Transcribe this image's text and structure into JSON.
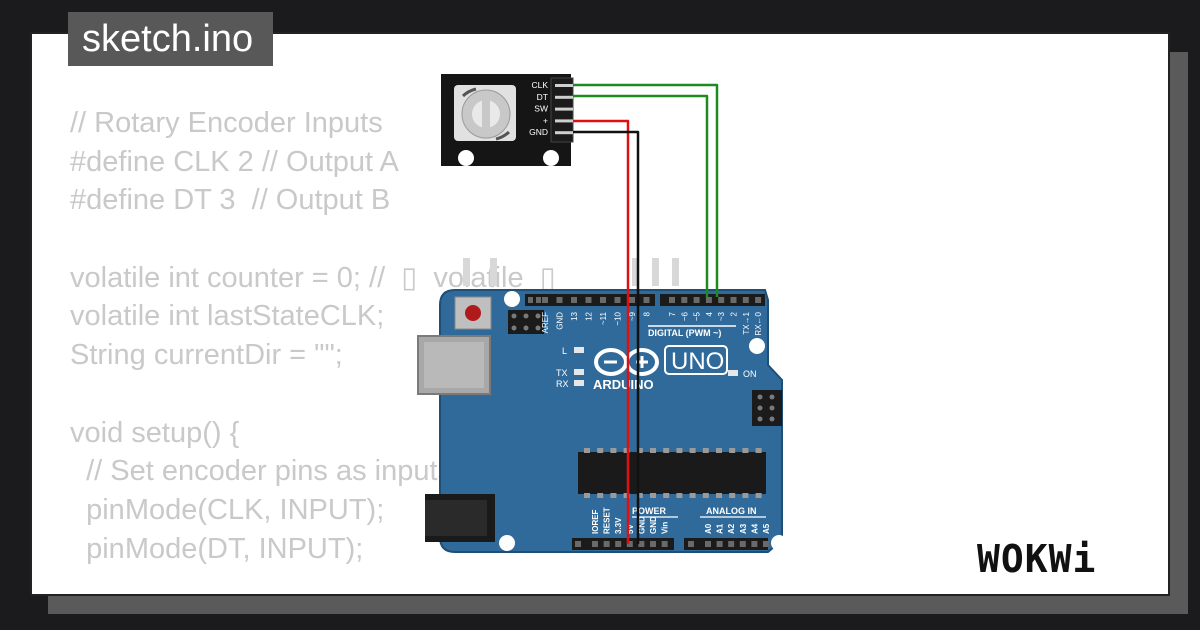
{
  "tab": {
    "title": "sketch.ino"
  },
  "code": {
    "lines": [
      "// Rotary Encoder Inputs",
      "#define CLK 2 // Output A",
      "#define DT 3  // Output B",
      "",
      "volatile int counter = 0; //  ▯  volatile  ▯",
      "volatile int lastStateCLK;",
      "String currentDir = \"\";",
      "",
      "void setup() {",
      "  // Set encoder pins as inputs",
      "  pinMode(CLK, INPUT);",
      "  pinMode(DT, INPUT);"
    ]
  },
  "encoder": {
    "pins": [
      "CLK",
      "DT",
      "SW",
      "+",
      "GND"
    ]
  },
  "arduino": {
    "brand": "ARDUINO",
    "model": "UNO",
    "on_label": "ON",
    "l_label": "L",
    "tx_label": "TX",
    "rx_label": "RX",
    "digital_label": "DIGITAL (PWM ~)",
    "power_label": "POWER",
    "analog_label": "ANALOG IN",
    "digital_pins": [
      "AREF",
      "GND",
      "13",
      "12",
      "~11",
      "~10",
      "~9",
      "8",
      "7",
      "~6",
      "~5",
      "4",
      "~3",
      "2",
      "TX→1",
      "RX←0"
    ],
    "power_pins": [
      "IOREF",
      "RESET",
      "3.3V",
      "5V",
      "GND",
      "GND",
      "Vin"
    ],
    "analog_pins": [
      "A0",
      "A1",
      "A2",
      "A3",
      "A4",
      "A5"
    ]
  },
  "logo": {
    "text": "WOKWi"
  },
  "colors": {
    "board": "#2f6a9b",
    "wire_green": "#1f8a1f",
    "wire_red": "#e01010",
    "wire_black": "#111111",
    "code_text": "#c9c9c9",
    "tab_bg": "#585858"
  }
}
